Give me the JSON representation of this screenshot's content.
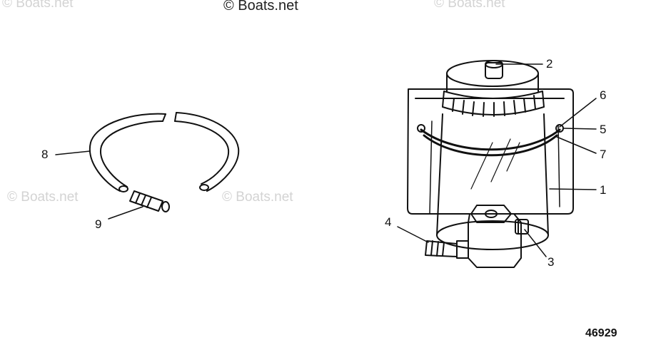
{
  "watermarks": [
    "© Boats.net",
    "© Boats.net",
    "© Boats.net",
    "© Boats.net"
  ],
  "copyright": "© Boats.net",
  "callouts": [
    "1",
    "2",
    "3",
    "4",
    "5",
    "6",
    "7",
    "8",
    "9"
  ],
  "diagram_number": "46929"
}
